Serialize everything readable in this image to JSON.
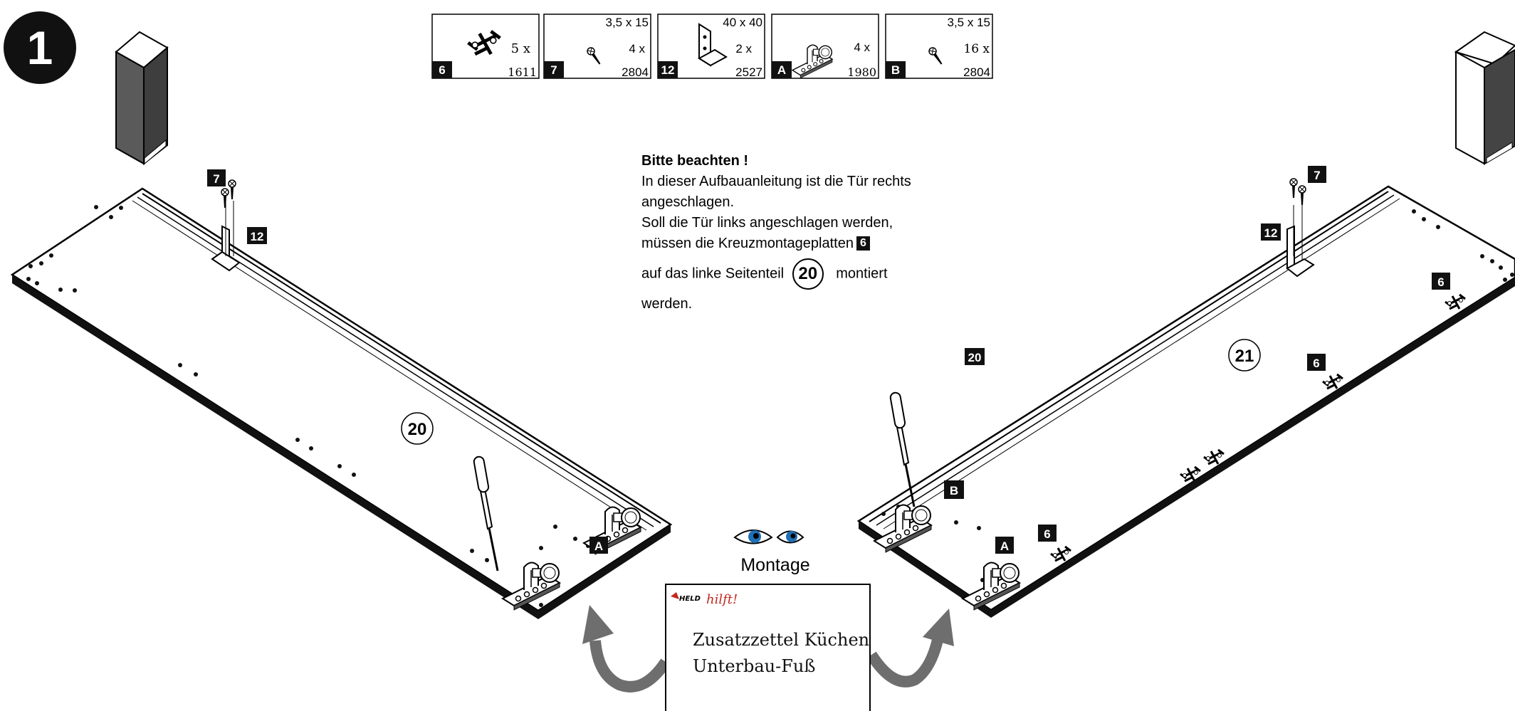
{
  "step_number": "1",
  "parts": [
    {
      "badge": "6",
      "qty": "5 x",
      "size": "",
      "article": "1611",
      "icon": "cross-mounting-plate-icon"
    },
    {
      "badge": "7",
      "qty": "4 x",
      "size": "3,5 x 15",
      "article": "2804",
      "icon": "screw-icon"
    },
    {
      "badge": "12",
      "qty": "2 x",
      "size": "40 x 40",
      "article": "2527",
      "icon": "angle-bracket-icon"
    },
    {
      "badge": "A",
      "qty": "4 x",
      "size": "",
      "article": "1980",
      "icon": "adjustable-foot-icon"
    },
    {
      "badge": "B",
      "qty": "16 x",
      "size": "3,5 x 15",
      "article": "2804",
      "icon": "screw-icon"
    }
  ],
  "note": {
    "heading": "Bitte beachten !",
    "line1": "In dieser Aufbauanleitung ist die Tür rechts",
    "line2": "angeschlagen.",
    "line3": "Soll  die Tür links angeschlagen werden,",
    "line4": "müssen die Kreuzmontageplatten",
    "line4_badge": "6",
    "line5_pre": "auf das linke Seitenteil",
    "line5_circle": "20",
    "line5_post": "montiert",
    "line6": "werden."
  },
  "left_panel": {
    "number": "20",
    "badge_screw": "7",
    "badge_bracket": "12",
    "badge_foot": "A"
  },
  "right_panel": {
    "number": "21",
    "badge_screw": "7",
    "badge_bracket": "12",
    "badge_plate_1": "6",
    "badge_plate_2": "6",
    "badge_plate_3": "6",
    "badge_screw_b": "B",
    "badge_foot": "A"
  },
  "center_badge": "20",
  "montage_label": "Montage",
  "insert_sheet": {
    "brand": "HELD",
    "brand_tag": "hilft!",
    "title_line1": "Zusatzzettel Küchen",
    "title_line2": "Unterbau-Fuß"
  },
  "colors": {
    "ink": "#111111",
    "eye": "#1f6fb5",
    "arrow": "#6e6e6e",
    "cabinet": "#555555"
  }
}
